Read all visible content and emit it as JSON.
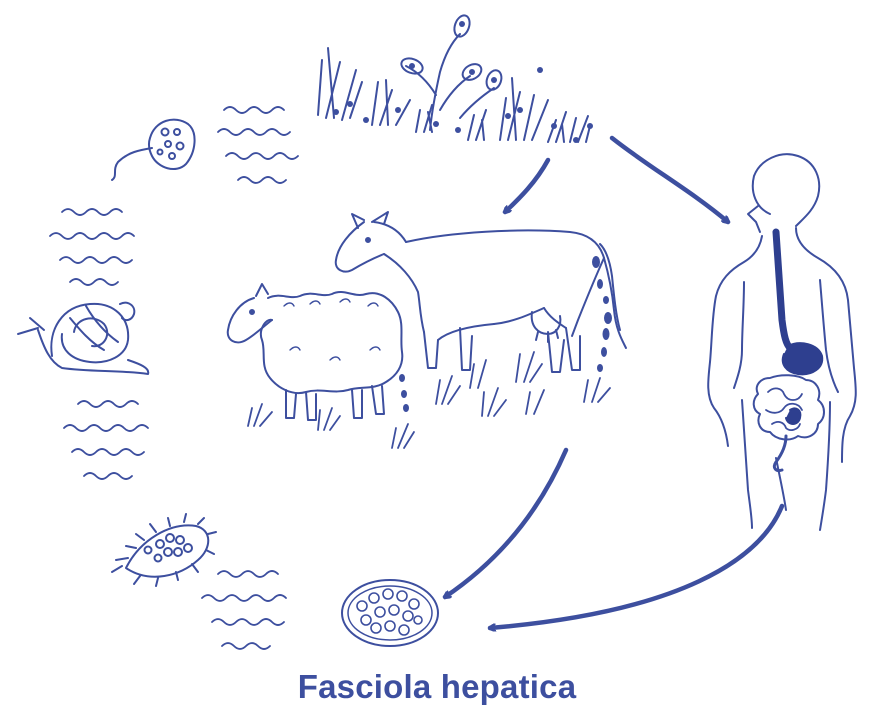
{
  "title": "Fasciola hepatica",
  "colors": {
    "ink": "#3d4f9f",
    "ink_dark": "#2e3f8f",
    "background": "#ffffff"
  },
  "stages": [
    {
      "id": "metacercariae-on-grass",
      "icon": "grass-with-cysts-icon"
    },
    {
      "id": "definitive-hosts",
      "icon": "cow-and-sheep-icon"
    },
    {
      "id": "human-host",
      "icon": "human-digestive-tract-icon"
    },
    {
      "id": "egg",
      "icon": "egg-icon"
    },
    {
      "id": "miracidium",
      "icon": "miracidium-icon"
    },
    {
      "id": "snail-host",
      "icon": "snail-icon"
    },
    {
      "id": "cercaria",
      "icon": "cercaria-icon"
    }
  ]
}
